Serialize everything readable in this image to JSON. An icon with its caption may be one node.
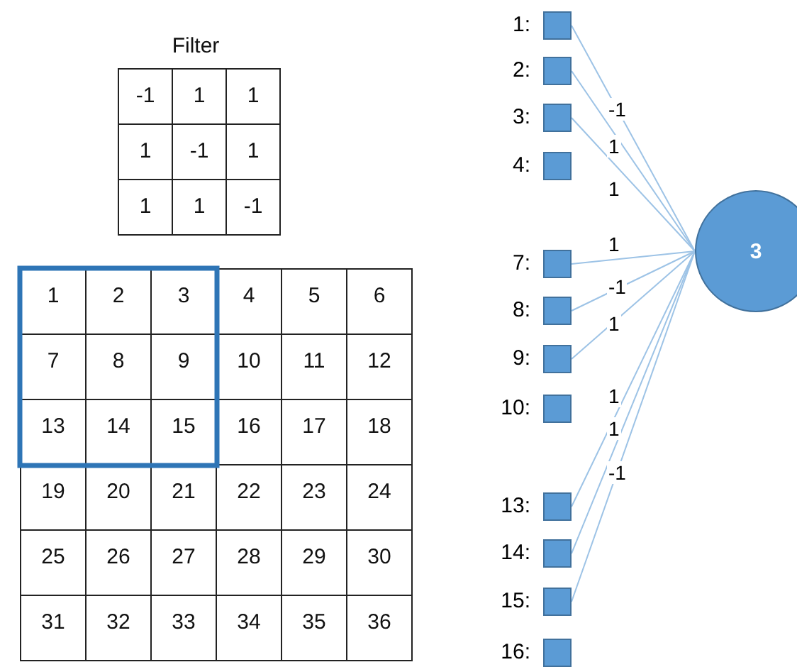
{
  "diagram": {
    "nodes": [
      {
        "text": [],
        "shape": "box",
        "beside": [
          "1:"
        ]
      },
      {
        "text": [],
        "shape": "box",
        "beside": [
          "2:"
        ]
      },
      {
        "text": [],
        "shape": "box",
        "beside": [
          "3:"
        ]
      },
      {
        "text": [],
        "shape": "box",
        "beside": [
          "4:"
        ]
      },
      {
        "text": [],
        "shape": "box",
        "beside": [
          "7:"
        ]
      },
      {
        "text": [],
        "shape": "box",
        "beside": [
          "8:"
        ]
      },
      {
        "text": [],
        "shape": "box",
        "beside": [
          "9:"
        ]
      },
      {
        "text": [],
        "shape": "box",
        "beside": [
          "10:"
        ]
      },
      {
        "text": [],
        "shape": "box",
        "beside": [
          "13:"
        ]
      },
      {
        "text": [],
        "shape": "box",
        "beside": [
          "14:"
        ]
      },
      {
        "text": [],
        "shape": "box",
        "beside": [
          "15:"
        ]
      },
      {
        "text": [],
        "shape": "box",
        "beside": [
          "16:"
        ]
      },
      {
        "text": [
          "3"
        ]
      }
    ],
    "edges": [
      {
        "from": 0,
        "to": 12,
        "arrow": "none",
        "label": "-1"
      },
      {
        "from": 1,
        "to": 12,
        "arrow": "none",
        "label": "1"
      },
      {
        "from": 2,
        "to": 12,
        "arrow": "none",
        "label": "1"
      },
      {
        "from": 4,
        "to": 12,
        "arrow": "none",
        "label": "1"
      },
      {
        "from": 5,
        "to": 12,
        "arrow": "none",
        "label": "-1"
      },
      {
        "from": 6,
        "to": 12,
        "arrow": "none",
        "label": "1"
      },
      {
        "from": 8,
        "to": 12,
        "arrow": "none",
        "label": "1"
      },
      {
        "from": 9,
        "to": 12,
        "arrow": "none",
        "label": "1"
      },
      {
        "from": 10,
        "to": 12,
        "arrow": "none",
        "label": "-1"
      }
    ],
    "labels": [
      "Filter",
      "-1",
      "1",
      "1",
      "1",
      "-1",
      "1",
      "1",
      "1",
      "-1",
      "1",
      "2",
      "3",
      "4",
      "5",
      "6",
      "7",
      "8",
      "9",
      "10",
      "11",
      "12",
      "13",
      "14",
      "15",
      "16",
      "17",
      "18",
      "19",
      "20",
      "21",
      "22",
      "23",
      "24",
      "25",
      "26",
      "27",
      "28",
      "29",
      "30",
      "31",
      "32",
      "33",
      "34",
      "35",
      "36"
    ]
  }
}
